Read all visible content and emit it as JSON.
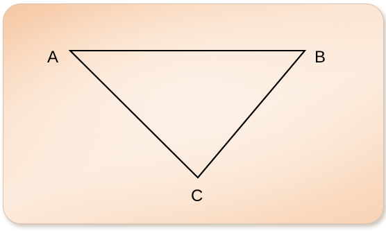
{
  "diagram": {
    "vertices": {
      "a": "A",
      "b": "B",
      "c": "C"
    },
    "colors": {
      "stroke": "#000000",
      "card_warm": "#f6c8a4",
      "card_light": "#fdf1e6"
    }
  }
}
